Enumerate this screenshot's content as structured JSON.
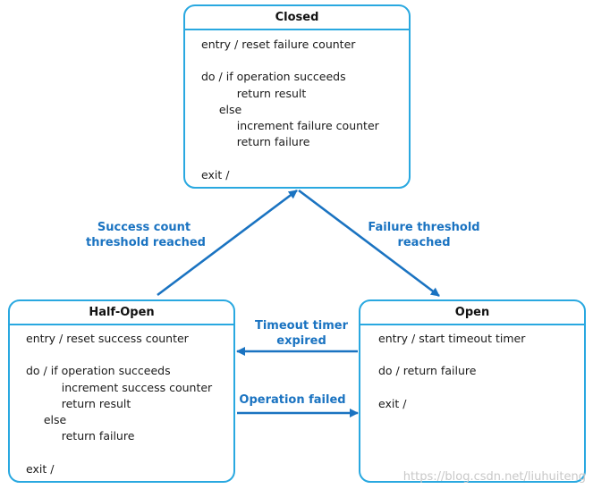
{
  "states": {
    "closed": {
      "title": "Closed",
      "lines": [
        "entry / reset failure counter",
        "",
        "do / if operation succeeds",
        "          return result",
        "     else",
        "          increment failure counter",
        "          return failure",
        "",
        "exit /"
      ]
    },
    "half_open": {
      "title": "Half-Open",
      "lines": [
        "entry / reset success counter",
        "",
        "do / if operation succeeds",
        "          increment success counter",
        "          return result",
        "     else",
        "          return failure",
        "",
        "exit /"
      ]
    },
    "open": {
      "title": "Open",
      "lines": [
        "entry / start timeout timer",
        "",
        "do / return failure",
        "",
        "exit /"
      ]
    }
  },
  "transitions": {
    "success": {
      "line1": "Success count",
      "line2": "threshold reached"
    },
    "failure": {
      "line1": "Failure threshold",
      "line2": "reached"
    },
    "timeout": {
      "line1": "Timeout timer",
      "line2": "expired"
    },
    "operation_failed": {
      "line1": "Operation failed"
    }
  },
  "colors": {
    "state_border": "#29a8e0",
    "arrow": "#1a73c1"
  },
  "watermark": "https://blog.csdn.net/liuhuiteng"
}
